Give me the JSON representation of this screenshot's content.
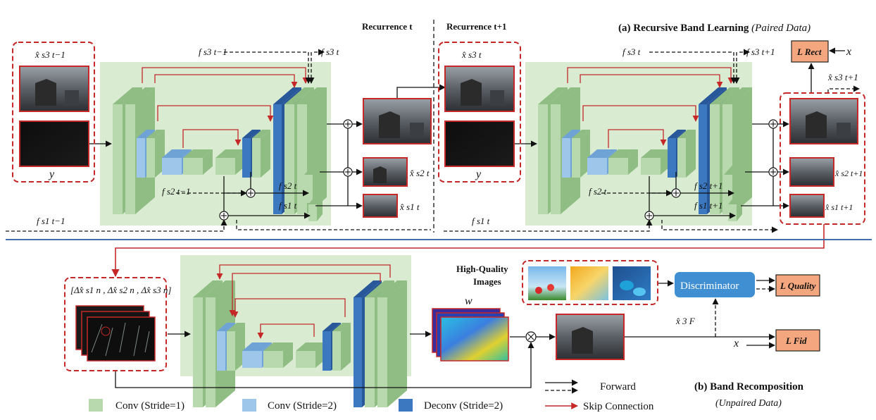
{
  "colors": {
    "conv1": "#b8d8ad",
    "conv1_dark": "#8fbd84",
    "conv2": "#9ec6ea",
    "conv2_dark": "#6fa3d6",
    "deconv": "#3c78c0",
    "deconv_dark": "#28579a",
    "panel": "#d9ecd2",
    "skip": "#c62828",
    "dash_box": "#c62828",
    "loss_box": "#f4a77e",
    "discriminator": "#3f8fd2",
    "divider": "#3f6fa8"
  },
  "headers": {
    "recurrence_t": "Recurrence t",
    "recurrence_t1": "Recurrence t+1"
  },
  "section_a": {
    "title": "(a) Recursive Band Learning",
    "subtitle": "(Paired Data)"
  },
  "section_b": {
    "title": "(b) Band Recomposition",
    "subtitle": "(Unpaired Data)"
  },
  "labels": {
    "x_hat_s3_tm1": "x̂ s3 t−1",
    "y_left": "y",
    "y_mid": "y",
    "x_hat_s3_t": "x̂ s3 t",
    "x_hat_s2_t": "x̂ s2 t",
    "x_hat_s1_t": "x̂ s1 t",
    "x_hat_s3_t1": "x̂ s3 t+1",
    "x_hat_s2_t1": "x̂ s2 t+1",
    "x_hat_s1_t1": "x̂ s1 t+1",
    "f_s3_tm1": "f s3 t−1",
    "f_s3_t_a": "f s3 t",
    "f_s3_t_b": "f s3 t",
    "f_s3_t1": "f s3 t+1",
    "f_s2_tm1": "f s2 t−1",
    "f_s2_t_a": "f s2 t",
    "f_s1_t_a": "f s1 t",
    "f_s1_tm1": "f s1 t−1",
    "f_s2_t_b": "f s2 t",
    "f_s2_t1": "f s2 t+1",
    "f_s1_t1": "f s1 t+1",
    "f_s1_t_b": "f s1 t",
    "x_loss_rect": "x",
    "delta_set": "[Δx̂ s1 n , Δx̂ s2 n , Δx̂ s3 n]",
    "w": "w",
    "x_hat_3_F": "x̂ 3 F",
    "x_fid": "x",
    "hq_images": "High-Quality Images"
  },
  "boxes": {
    "l_rect": "L Rect",
    "l_quality": "L Quality",
    "l_fid": "L Fid",
    "discriminator": "Discriminator"
  },
  "legend": {
    "conv1": "Conv (Stride=1)",
    "conv2": "Conv (Stride=2)",
    "deconv": "Deconv (Stride=2)",
    "forward": "Forward",
    "skip": "Skip Connection"
  }
}
